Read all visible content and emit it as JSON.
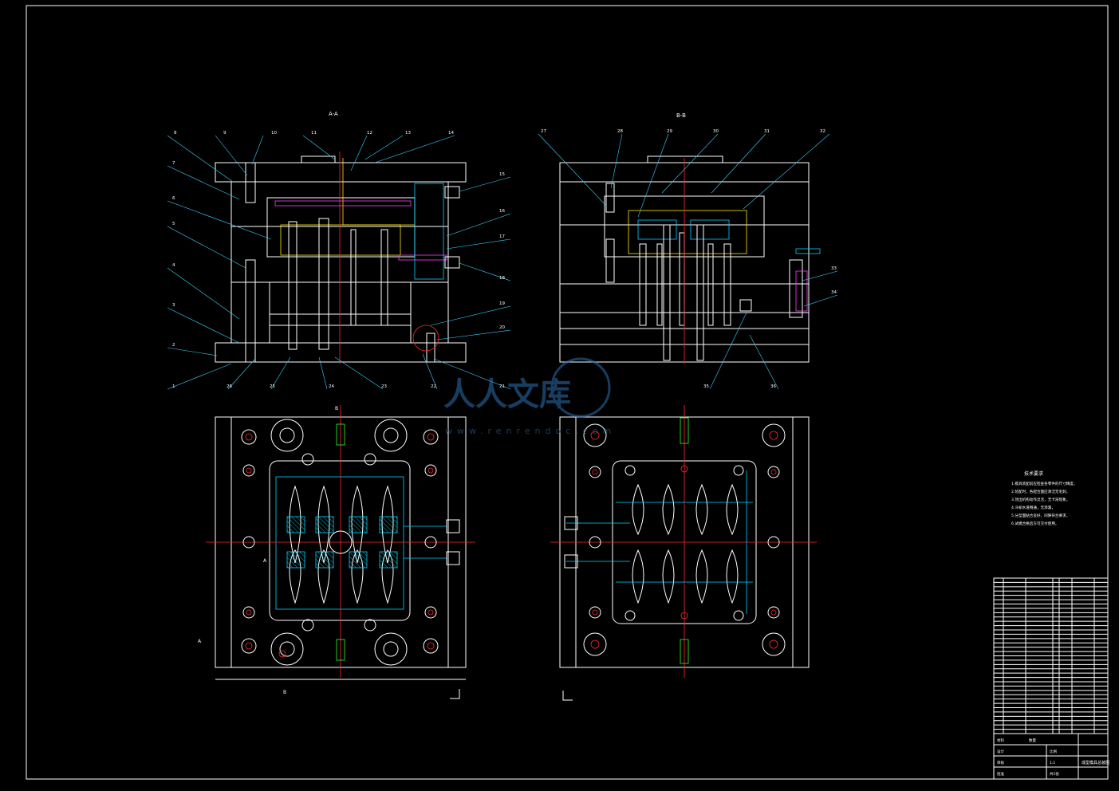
{
  "views": {
    "section_aa": "A-A",
    "section_bb": "B-B",
    "mark_a": "A",
    "mark_b": "B"
  },
  "callouts_left": [
    "8",
    "9",
    "10",
    "11",
    "12",
    "13",
    "14",
    "7",
    "6",
    "5",
    "4",
    "3",
    "2",
    "1",
    "15",
    "16",
    "17",
    "18",
    "19",
    "20",
    "21",
    "22",
    "23",
    "24",
    "25",
    "26"
  ],
  "callouts_right": [
    "27",
    "28",
    "29",
    "30",
    "31",
    "32",
    "33",
    "34",
    "35",
    "36"
  ],
  "watermark": {
    "brand": "人人文库",
    "url": "www.renrendoc.com"
  },
  "tech_notes": {
    "title": "技术要求",
    "lines": [
      "1.模具装配前应检查各零件的尺寸精度，",
      "2.装配时，各配合面应清洁无毛刺，",
      "3.顶出机构动作灵活，无卡滞现象，",
      "4.冷却水道畅通，无渗漏，",
      "5.分型面贴合良好，间隙符合要求，",
      "6.试模合格后方可交付使用。"
    ]
  },
  "title_block": {
    "drawing_name": "成型模具总装图",
    "scale_label": "比例",
    "scale": "1:1",
    "sheet_label": "共1张",
    "designer_label": "设计",
    "checker_label": "审核",
    "approve_label": "批准",
    "material_label": "材料",
    "qty_label": "数量"
  },
  "bom_rows": 36,
  "colors": {
    "background": "#000000",
    "line": "#ffffff",
    "centerline": "#ff2a2a",
    "cooling": "#00d4ff",
    "hatch": "#ffe600",
    "insert": "#2eff2e"
  }
}
